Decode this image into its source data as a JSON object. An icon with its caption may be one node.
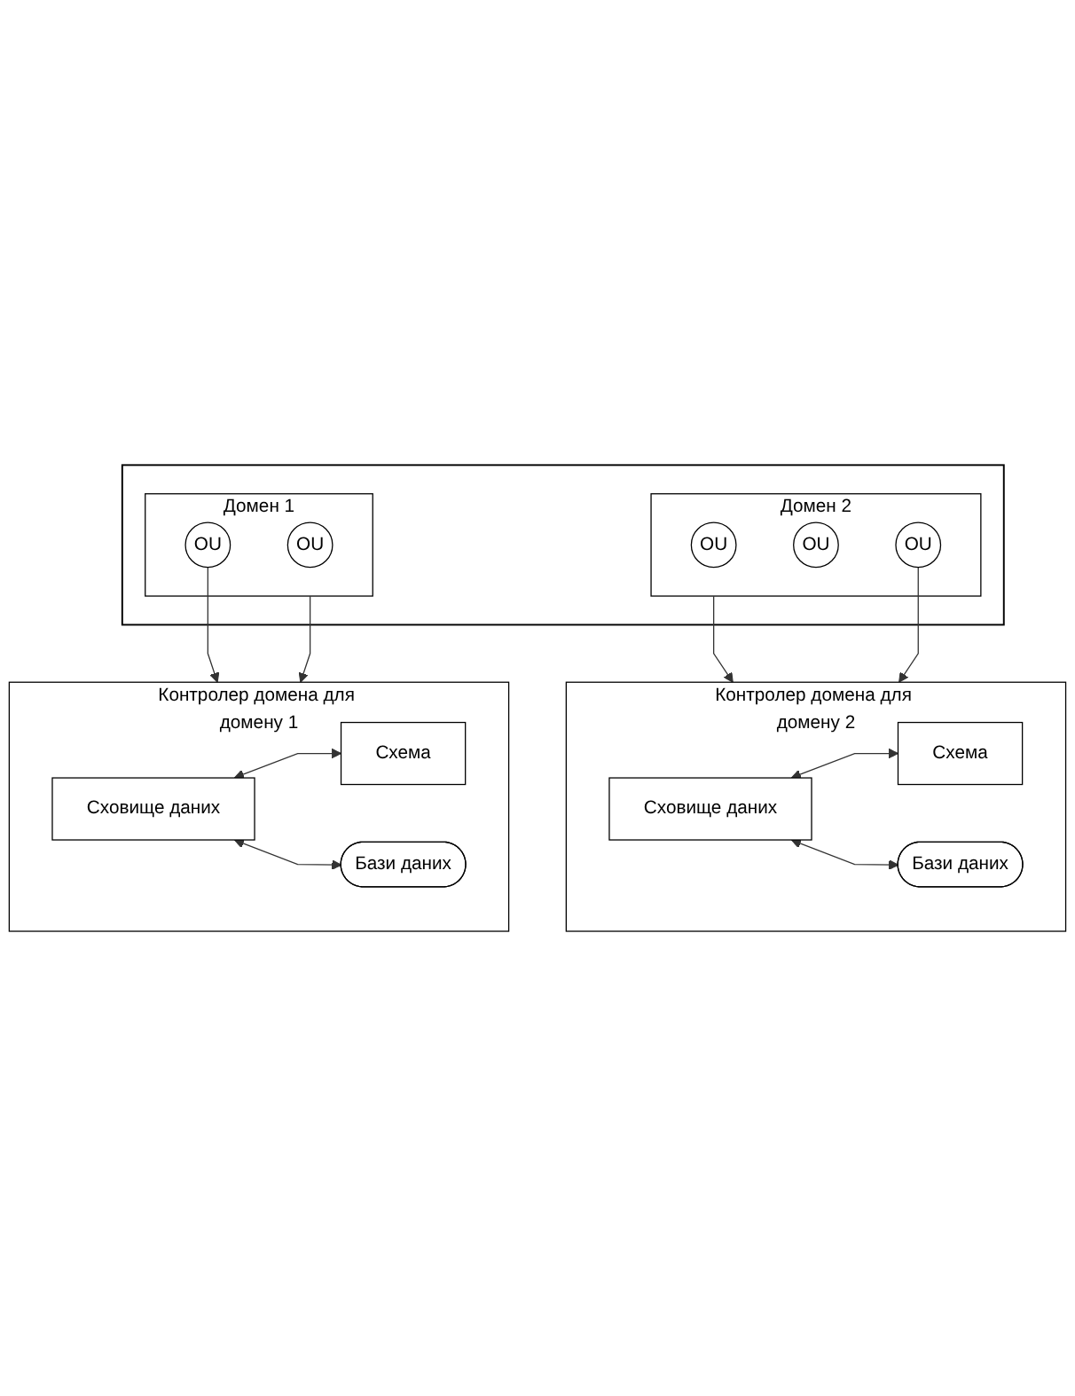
{
  "diagram": {
    "nodes": [
      {
        "text": [],
        "shape": "box"
      },
      {
        "text": [
          "Домен 1"
        ],
        "in": 0
      },
      {
        "text": [
          "OU"
        ],
        "in": 1
      },
      {
        "text": [
          "OU"
        ],
        "in": 1
      },
      {
        "text": [
          "Домен 2"
        ],
        "in": 0
      },
      {
        "text": [
          "OU"
        ],
        "in": 4
      },
      {
        "text": [
          "OU"
        ],
        "in": 4
      },
      {
        "text": [
          "OU"
        ],
        "in": 4
      },
      {
        "text": [
          "Контролер домена для домену 1"
        ]
      },
      {
        "text": [
          "Сховище даних"
        ],
        "in": 8
      },
      {
        "text": [
          "Схема"
        ],
        "in": 8
      },
      {
        "text": [
          "Бази даних"
        ],
        "in": 8
      },
      {
        "text": [
          "Контролер домена для домену 2"
        ]
      },
      {
        "text": [
          "Сховище даних"
        ],
        "in": 12
      },
      {
        "text": [
          "Схема"
        ],
        "in": 12
      },
      {
        "text": [
          "Бази даних"
        ],
        "in": 12
      }
    ],
    "edges": [
      {
        "from": 2,
        "to": 8,
        "arrow": "to"
      },
      {
        "from": 1,
        "to": 8,
        "arrow": "to"
      },
      {
        "from": 4,
        "to": 12,
        "arrow": "to"
      },
      {
        "from": 7,
        "to": 12,
        "arrow": "to"
      },
      {
        "from": 9,
        "to": 10,
        "arrow": "both"
      },
      {
        "from": 9,
        "to": 11,
        "arrow": "both"
      },
      {
        "from": 13,
        "to": 14,
        "arrow": "both"
      },
      {
        "from": 13,
        "to": 15,
        "arrow": "both"
      }
    ]
  }
}
